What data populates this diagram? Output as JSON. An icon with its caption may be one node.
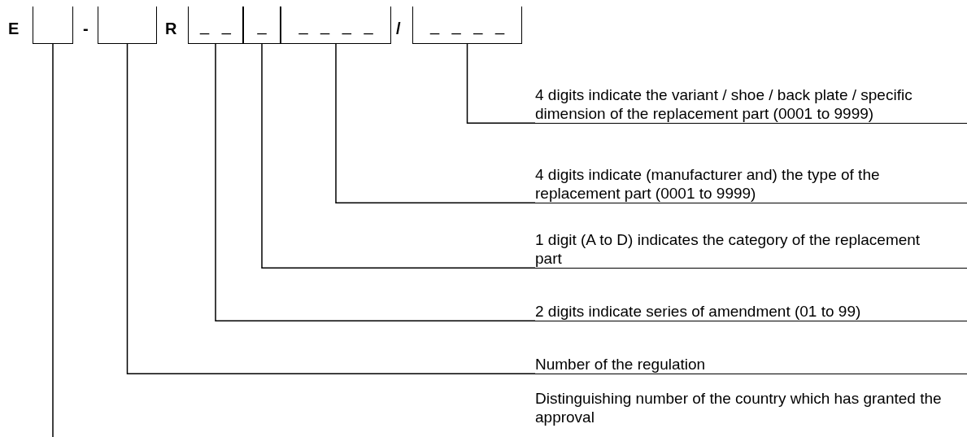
{
  "diagram": {
    "nodes": [
      {
        "text": [],
        "shape": "box"
      },
      {
        "text": [],
        "shape": "box"
      },
      {
        "text": [
          "_ _"
        ]
      },
      {
        "text": [
          "_"
        ]
      },
      {
        "text": [
          "_ _ _ _"
        ]
      },
      {
        "text": [
          "_ _ _ _"
        ]
      },
      {
        "text": [
          "4 digits indicate the variant / shoe / back plate / specific dimension of the replacement part (0001 to 9999)"
        ]
      },
      {
        "text": [
          "4 digits indicate (manufacturer and) the type of the replacement part (0001 to 9999)"
        ]
      },
      {
        "text": [
          "1 digit (A to D) indicates the category of the replacement part"
        ]
      },
      {
        "text": [
          "2 digits indicate series of amendment (01 to 99)"
        ]
      },
      {
        "text": [
          "Number of the regulation"
        ]
      },
      {
        "text": [
          "Distinguishing number of the country which has granted the approval"
        ]
      }
    ],
    "edges": [
      {
        "from": 5,
        "to": 6,
        "arrow": "none"
      },
      {
        "from": 4,
        "to": 7,
        "arrow": "none"
      },
      {
        "from": 3,
        "to": 8,
        "arrow": "none"
      },
      {
        "from": 2,
        "to": 9,
        "arrow": "none"
      },
      {
        "from": 1,
        "to": 10,
        "arrow": "none"
      },
      {
        "from": 0,
        "to": null,
        "arrow": "none"
      }
    ],
    "labels": [
      "E",
      "-",
      "R",
      "/"
    ]
  }
}
